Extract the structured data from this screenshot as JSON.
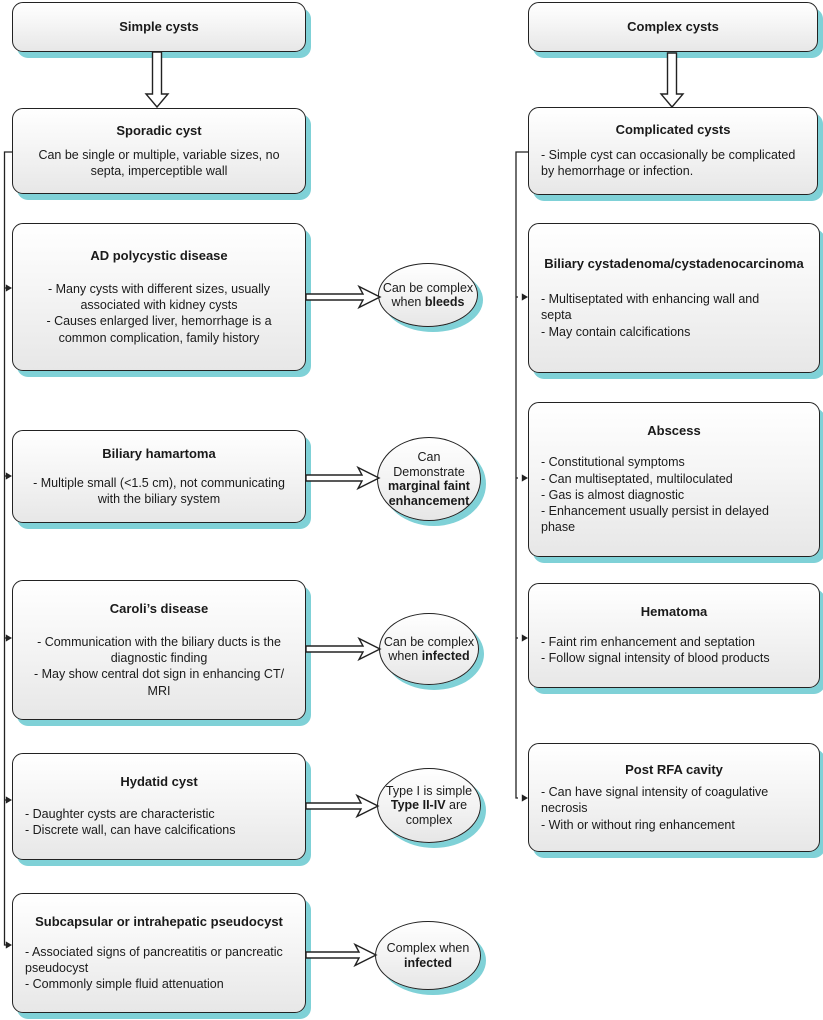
{
  "diagram": {
    "left_header": "Simple cysts",
    "right_header": "Complex cysts",
    "left_boxes": [
      {
        "title": "Sporadic cyst",
        "bullets": [
          "Can be single or multiple, variable sizes, no\nsepta, imperceptible wall"
        ]
      },
      {
        "title": "AD polycystic disease",
        "bullets": [
          "- Many cysts with different sizes, usually\nassociated with kidney cysts",
          "- Causes enlarged liver, hemorrhage is a\ncommon complication, family history"
        ]
      },
      {
        "title": "Biliary hamartoma",
        "bullets": [
          "- Multiple small (<1.5 cm), not communicating\nwith the biliary system"
        ]
      },
      {
        "title": "Caroli’s disease",
        "bullets": [
          "- Communication with the biliary ducts is the\ndiagnostic finding",
          "- May show central dot sign in enhancing CT/\nMRI"
        ]
      },
      {
        "title": "Hydatid cyst",
        "bullets": [
          "- Daughter cysts are characteristic",
          "- Discrete wall, can have calcifications"
        ]
      },
      {
        "title": "Subcapsular or intrahepatic pseudocyst",
        "bullets": [
          "- Associated signs of pancreatitis or pancreatic\npseudocyst",
          "- Commonly simple fluid attenuation"
        ]
      }
    ],
    "right_boxes": [
      {
        "title": "Complicated cysts",
        "bullets": [
          "- Simple cyst can occasionally be complicated\nby hemorrhage or infection."
        ]
      },
      {
        "title": "Biliary cystadenoma/cystadenocarcinoma",
        "bullets": [
          "- Multiseptated with enhancing wall and\nsepta",
          "- May contain calcifications"
        ]
      },
      {
        "title": "Abscess",
        "bullets": [
          "- Constitutional symptoms",
          "- Can multiseptated, multiloculated",
          "- Gas is almost diagnostic",
          "- Enhancement usually persist in delayed\nphase"
        ]
      },
      {
        "title": "Hematoma",
        "bullets": [
          "- Faint rim enhancement and septation",
          "- Follow signal intensity of blood products"
        ]
      },
      {
        "title": "Post RFA cavity",
        "bullets": [
          "- Can have signal intensity of coagulative\nnecrosis",
          "- With or without ring enhancement"
        ]
      }
    ],
    "ellipses": [
      {
        "pre": "Can be complex\nwhen ",
        "bold": "bleeds",
        "post": ""
      },
      {
        "pre": "Can\nDemonstrate\n",
        "bold": "marginal faint\nenhancement",
        "post": ""
      },
      {
        "pre": "Can be complex\nwhen ",
        "bold": "infected",
        "post": ""
      },
      {
        "pre": "Type I is simple\n",
        "bold": "Type II-IV",
        "post": " are\ncomplex"
      },
      {
        "pre": "Complex when\n",
        "bold": "infected",
        "post": ""
      }
    ],
    "colors": {
      "shadow_accent": "#7fd1d7",
      "border": "#222222"
    }
  }
}
